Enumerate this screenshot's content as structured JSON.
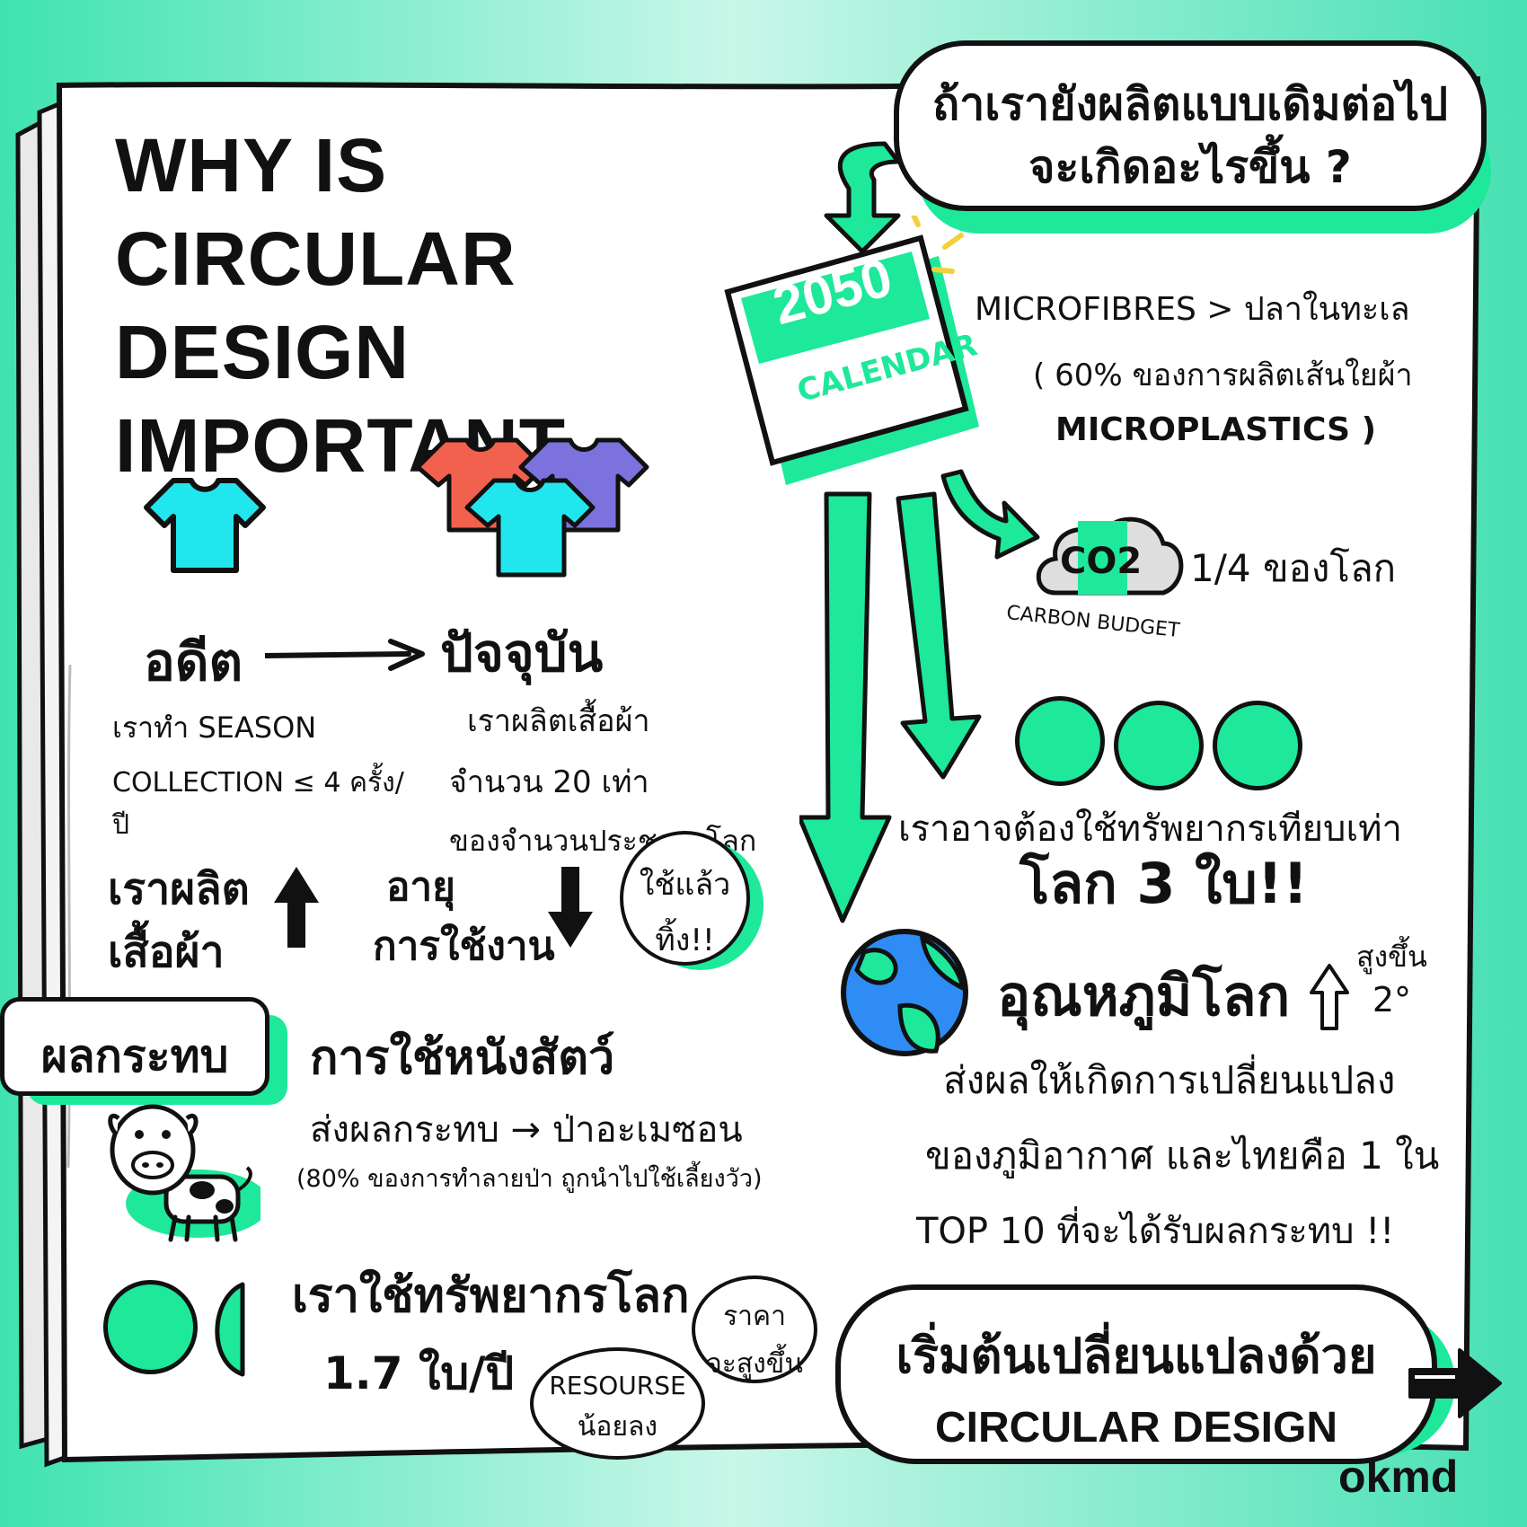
{
  "header": {
    "title_line1": "WHY IS",
    "title_line2": "CIRCULAR DESIGN",
    "title_line3": "IMPORTANT"
  },
  "question": {
    "line1": "ถ้าเรายังผลิตแบบเดิมต่อไป",
    "line2": "จะเกิดอะไรขึ้น ?"
  },
  "calendar": {
    "year": "2050",
    "label": "CALENDAR"
  },
  "microfibres": {
    "line1": "MICROFIBRES > ปลาในทะเล",
    "line2": "( 60% ของการผลิตเส้นใยผ้า",
    "line3": "MICROPLASTICS )"
  },
  "carbon": {
    "co2": "CO2",
    "label": "CARBON BUDGET",
    "amount": "1/4 ของโลก"
  },
  "past": {
    "label": "อดีต",
    "desc1": "เราทำ SEASON",
    "desc2": "COLLECTION ≤ 4 ครั้ง/ปี"
  },
  "present": {
    "label": "ปัจจุบัน",
    "desc1": "เราผลิตเสื้อผ้า",
    "desc2": "จำนวน 20 เท่า",
    "desc3": "ของจำนวนประชากรโลก"
  },
  "production": {
    "line1": "เราผลิต",
    "line2": "เสื้อผ้า"
  },
  "lifespan": {
    "line1": "อายุ",
    "line2": "การใช้งาน"
  },
  "disposable": {
    "line1": "ใช้แล้ว",
    "line2": "ทิ้ง!!"
  },
  "impact": {
    "label": "ผลกระทบ"
  },
  "leather": {
    "title": "การใช้หนังสัตว์",
    "line1": "ส่งผลกระทบ → ป่าอะเมซอน",
    "line2": "(80% ของการทำลายป่า ถูกนำไปใช้เลี้ยงวัว)"
  },
  "resources": {
    "line1": "เราใช้ทรัพยากรโลก",
    "line2": "1.7 ใบ/ปี"
  },
  "price": {
    "line1": "ราคา",
    "line2": "จะสูงขึ้น"
  },
  "resource_less": {
    "line1": "RESOURSE",
    "line2": "น้อยลง"
  },
  "three_earths": {
    "line1": "เราอาจต้องใช้ทรัพยากรเทียบเท่า",
    "line2": "โลก 3 ใบ!!"
  },
  "temperature": {
    "title": "อุณหภูมิโลก",
    "rise_label": "สูงขึ้น",
    "rise_value": "2°",
    "line1": "ส่งผลให้เกิดการเปลี่ยนแปลง",
    "line2": "ของภูมิอากาศ และไทยคือ 1 ใน",
    "line3": "TOP 10 ที่จะได้รับผลกระทบ !!"
  },
  "cta": {
    "line1": "เริ่มต้นเปลี่ยนแปลงด้วย",
    "line2": "CIRCULAR DESIGN"
  },
  "brand": {
    "logo": "okmd"
  },
  "colors": {
    "accent_green": "#1ee89a",
    "tshirt_cyan": "#21e6ee",
    "tshirt_red": "#f2614e",
    "tshirt_purple": "#7b72dd",
    "earth_blue": "#2f8cf5"
  }
}
